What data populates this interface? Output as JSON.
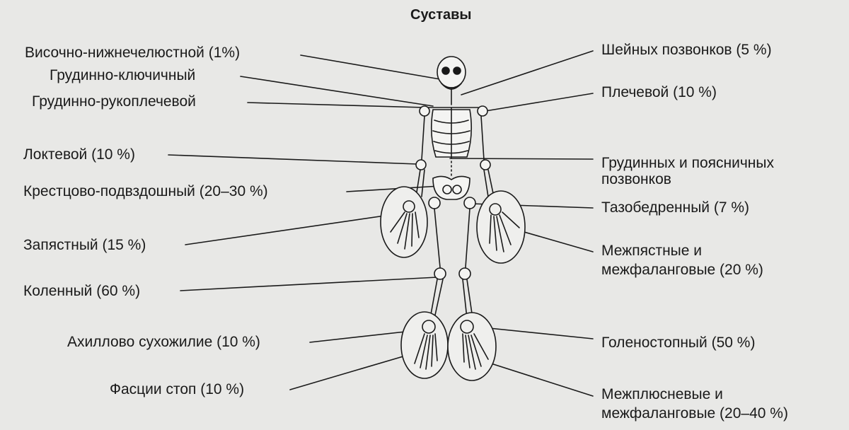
{
  "title": "Суставы",
  "labels_left": [
    "Височно-нижнечелюстной (1%)",
    "Грудинно-ключичный",
    "Грудинно-рукоплечевой",
    "Локтевой (10 %)",
    "Крестцово-подвздошный (20–30 %)",
    "Запястный (15 %)",
    "Коленный (60 %)",
    "Ахиллово сухожилие (10 %)",
    "Фасции стоп (10 %)"
  ],
  "labels_right": [
    "Шейных позвонков (5 %)",
    "Плечевой (10 %)",
    "Грудинных и поясничных",
    "позвонков",
    "Тазобедренный (7 %)",
    "Межпястные и",
    "межфаланговые (20 %)",
    "Голеностопный (50 %)",
    "Межплюсневые и",
    "межфаланговые (20–40 %)"
  ],
  "colors": {
    "background": "#e8e8e6",
    "ink": "#1a1a1a"
  }
}
